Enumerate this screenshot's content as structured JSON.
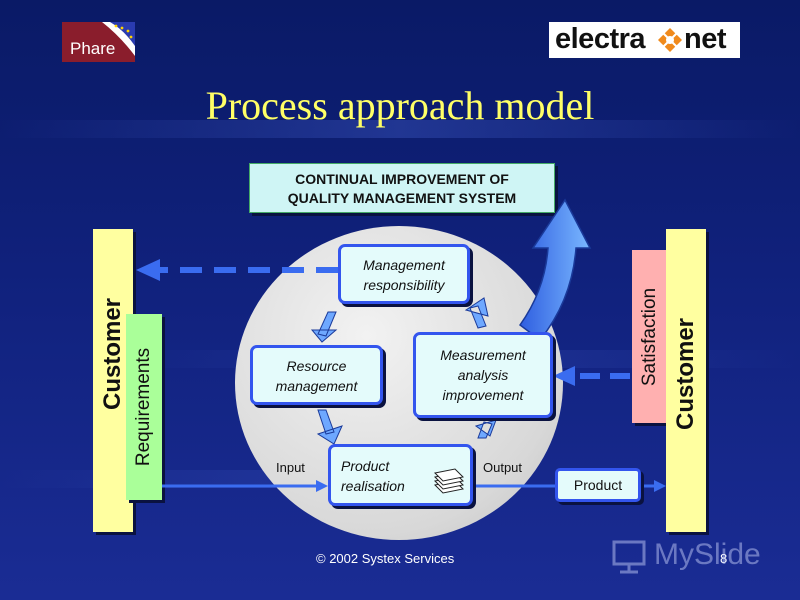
{
  "logos": {
    "phare": "Phare",
    "electra_word": "electra",
    "electra_net": "net"
  },
  "title": "Process approach model",
  "improvement_box": {
    "line1": "CONTINUAL IMPROVEMENT OF",
    "line2": "QUALITY MANAGEMENT SYSTEM"
  },
  "left_customer": {
    "label": "Customer",
    "sub_label": "Requirements"
  },
  "right_customer": {
    "label": "Customer",
    "sub_label": "Satisfaction"
  },
  "processes": {
    "management": {
      "line1": "Management",
      "line2": "responsibility"
    },
    "resource": {
      "line1": "Resource",
      "line2": "management"
    },
    "measurement": {
      "line1": "Measurement",
      "line2": "analysis",
      "line3": "improvement"
    },
    "realisation": {
      "line1": "Product",
      "line2": "realisation"
    }
  },
  "flow": {
    "input": "Input",
    "output": "Output",
    "product": "Product"
  },
  "footer": {
    "copyright": "© 2002 Systex Services",
    "page": "8"
  },
  "watermark": "MySlide",
  "colors": {
    "background": "#10217c",
    "title": "#ffff66",
    "customer": "#ffffa0",
    "requirements": "#aaff99",
    "satisfaction": "#ffb0b0",
    "process_box": "#e4fbfb",
    "process_border": "#3355ee",
    "arrow": "#3a6cf0"
  }
}
